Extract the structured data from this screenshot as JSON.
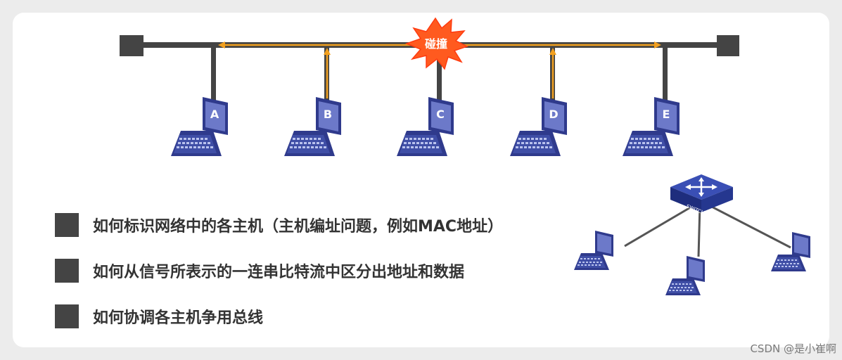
{
  "bus": {
    "collision_label": "碰撞",
    "hosts": [
      {
        "id": "A"
      },
      {
        "id": "B"
      },
      {
        "id": "C"
      },
      {
        "id": "D"
      },
      {
        "id": "E"
      }
    ]
  },
  "bullets": [
    {
      "text": "如何标识网络中的各主机（主机编址问题，例如MAC地址）"
    },
    {
      "text": "如何从信号所表示的一连串比特流中区分出地址和数据"
    },
    {
      "text": "如何协调各主机争用总线"
    }
  ],
  "switch": {
    "label": "SWITCH"
  },
  "watermark": "CSDN @是小崔啊",
  "colors": {
    "bus": "#444444",
    "signal": "#f2a01f",
    "collision": "#ff5a1f",
    "laptop": "#2f3a8c",
    "screen": "#6c79c9",
    "switch": "#25378f"
  }
}
